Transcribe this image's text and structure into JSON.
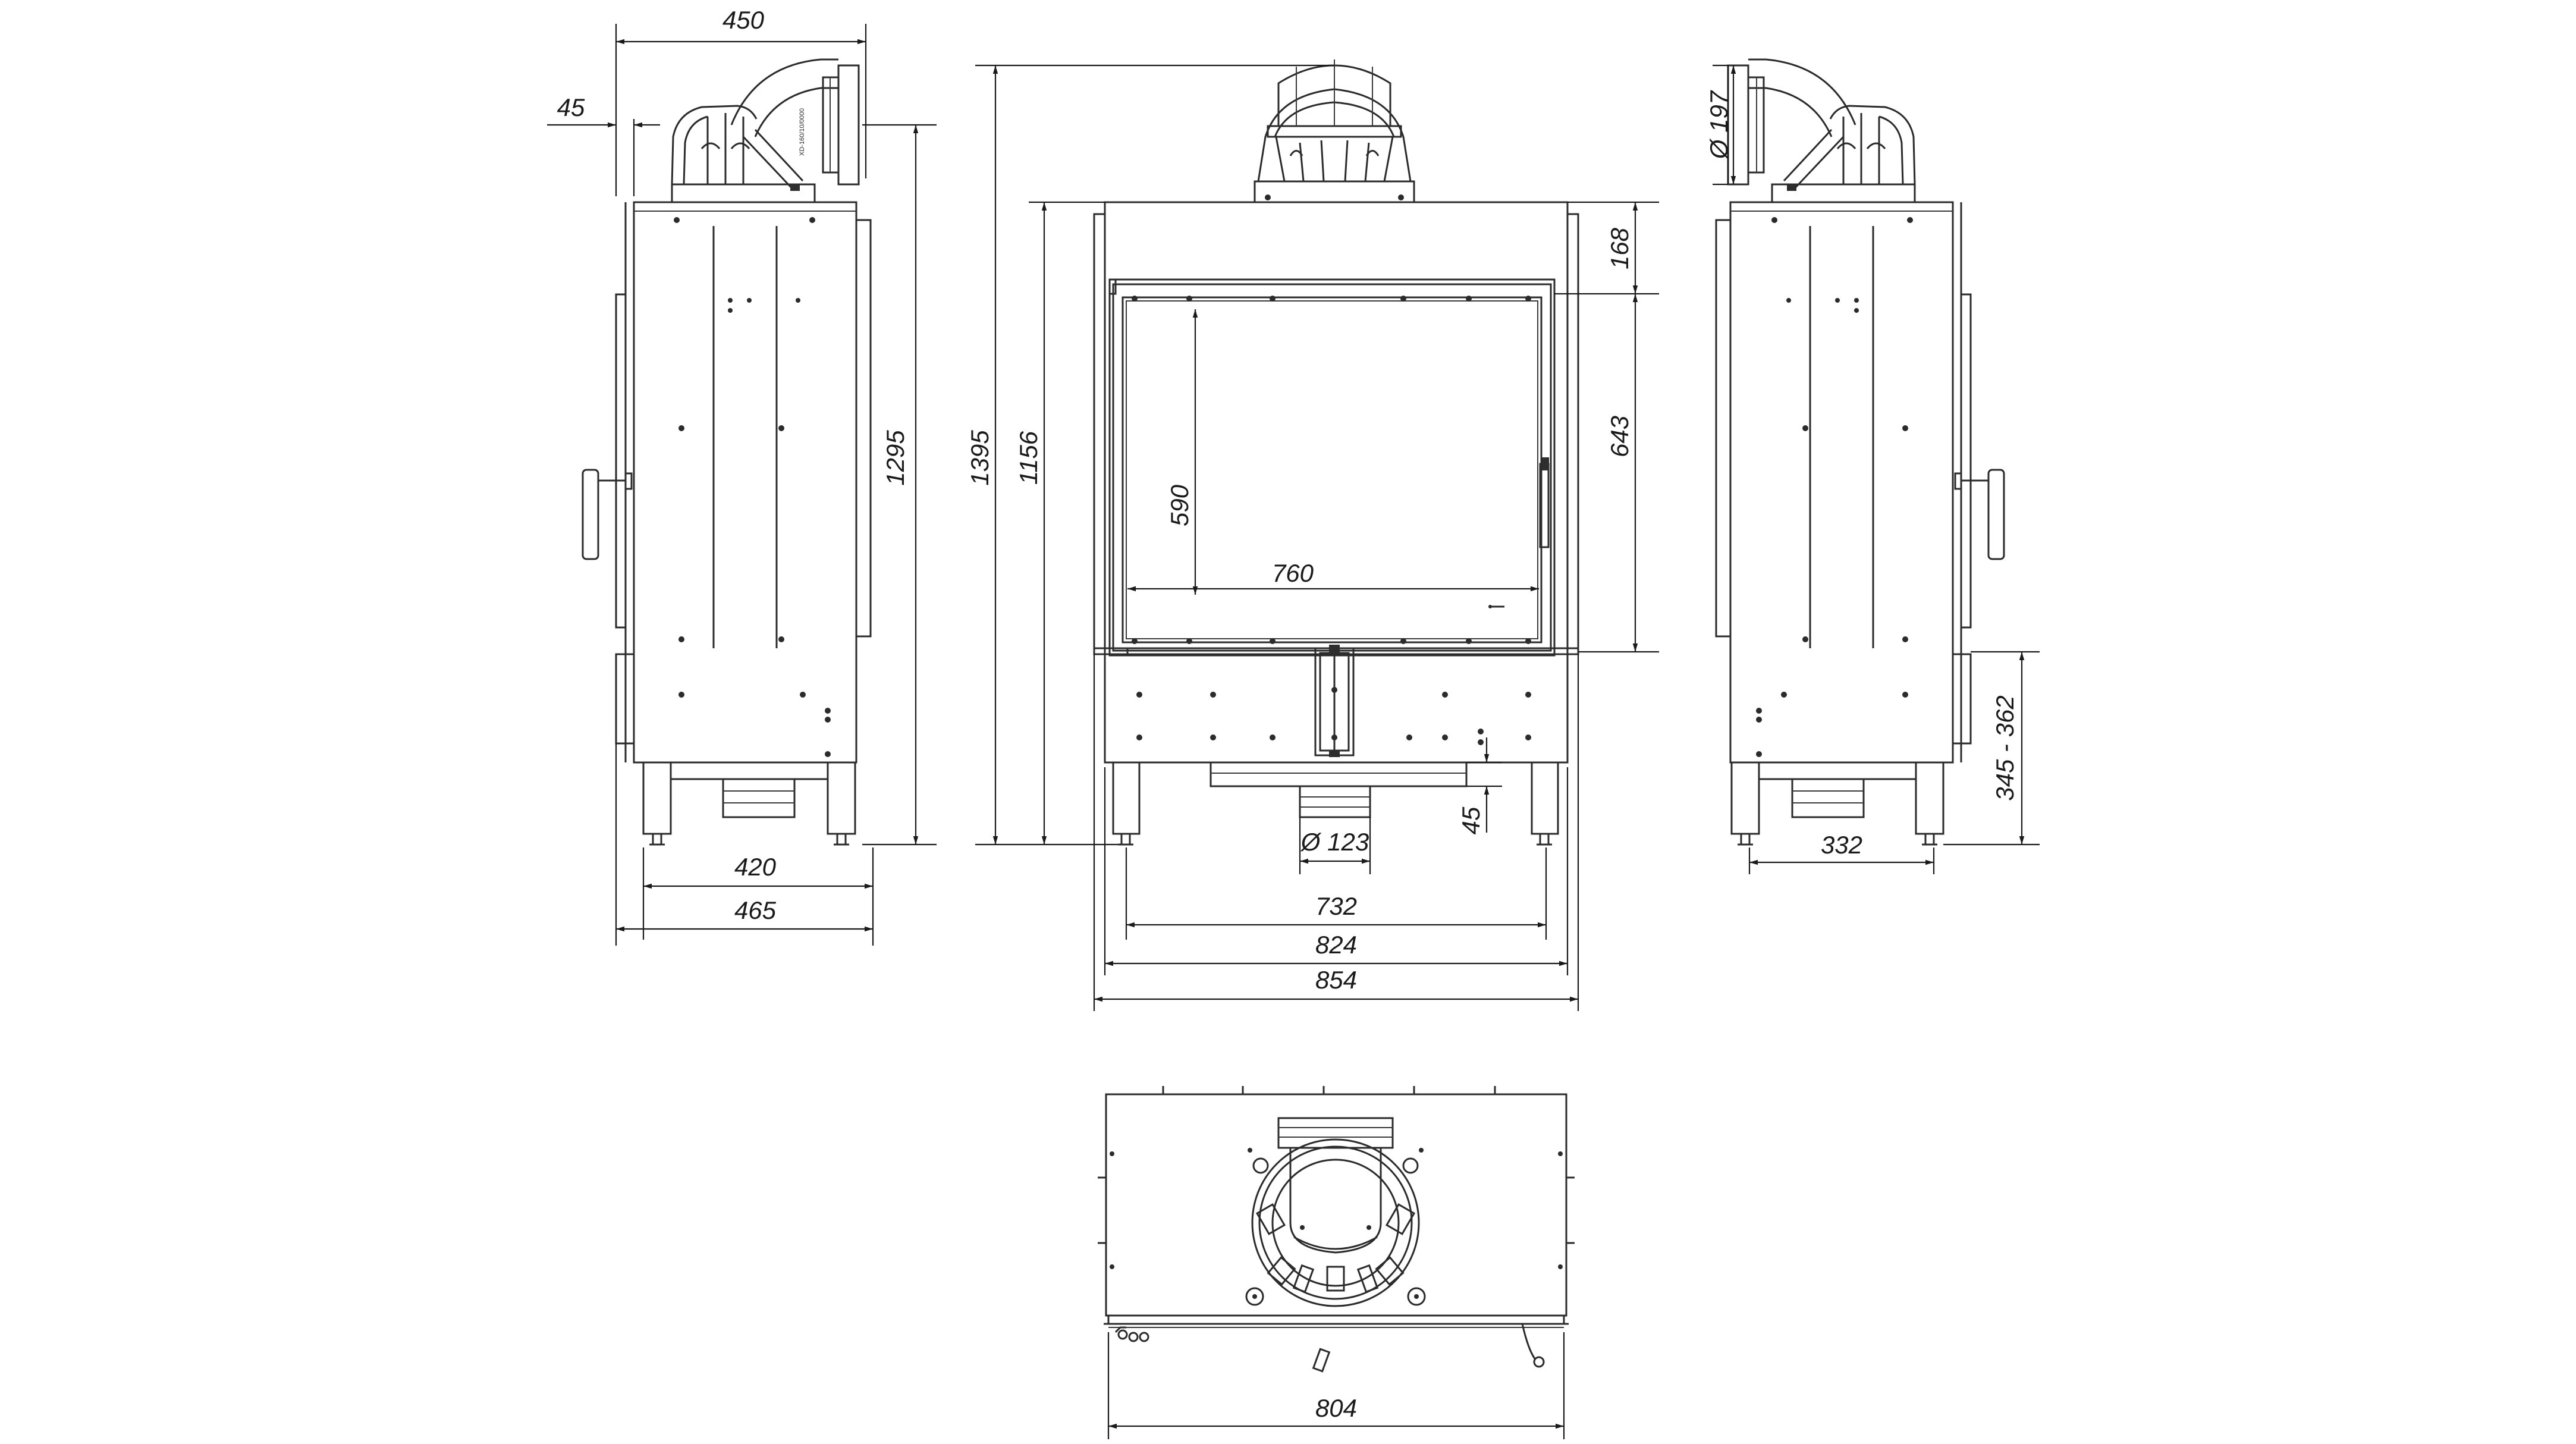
{
  "drawing": {
    "side_left": {
      "dim_top_width": "450",
      "dim_offset": "45",
      "dim_height": "1295",
      "dim_feet_width": "420",
      "dim_base_width": "465",
      "stamp_text": "XD-160/10/0000"
    },
    "front": {
      "dim_total_height": "1395",
      "dim_body_height": "1156",
      "dim_glass_height": "590",
      "dim_glass_width": "760",
      "dim_top_band": "168",
      "dim_door_height": "643",
      "dim_leg_clearance": "45",
      "dim_outlet_diameter": "Ø 123",
      "dim_width_1": "732",
      "dim_width_2": "824",
      "dim_width_3": "854"
    },
    "side_right": {
      "dim_flue_diameter": "Ø 197",
      "dim_handle_range": "345 - 362",
      "dim_feet_width": "332"
    },
    "top_view": {
      "dim_width": "804"
    }
  }
}
